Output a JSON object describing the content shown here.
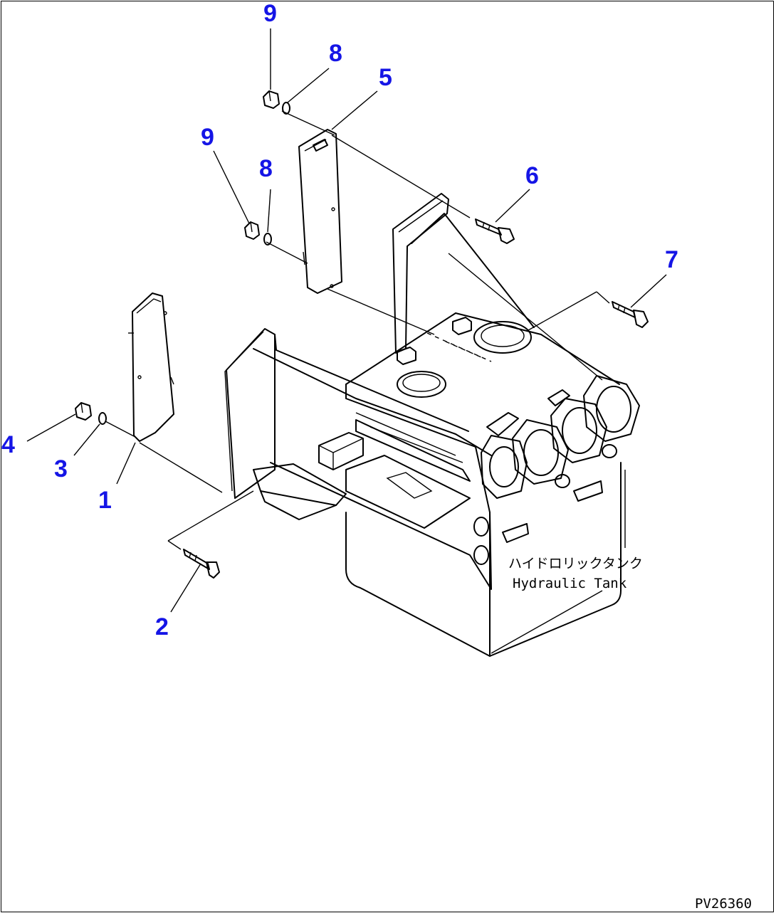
{
  "callouts": {
    "c1": "1",
    "c2": "2",
    "c3": "3",
    "c4": "4",
    "c5": "5",
    "c6": "6",
    "c7": "7",
    "c8a": "8",
    "c8b": "8",
    "c9a": "9",
    "c9b": "9"
  },
  "labels": {
    "tank_jp": "ハイドロリックタンク",
    "tank_en": "Hydraulic Tank",
    "drawing_no": "PV26360"
  },
  "colors": {
    "callout": "#1515e6",
    "ink": "#000000",
    "background": "#ffffff"
  }
}
